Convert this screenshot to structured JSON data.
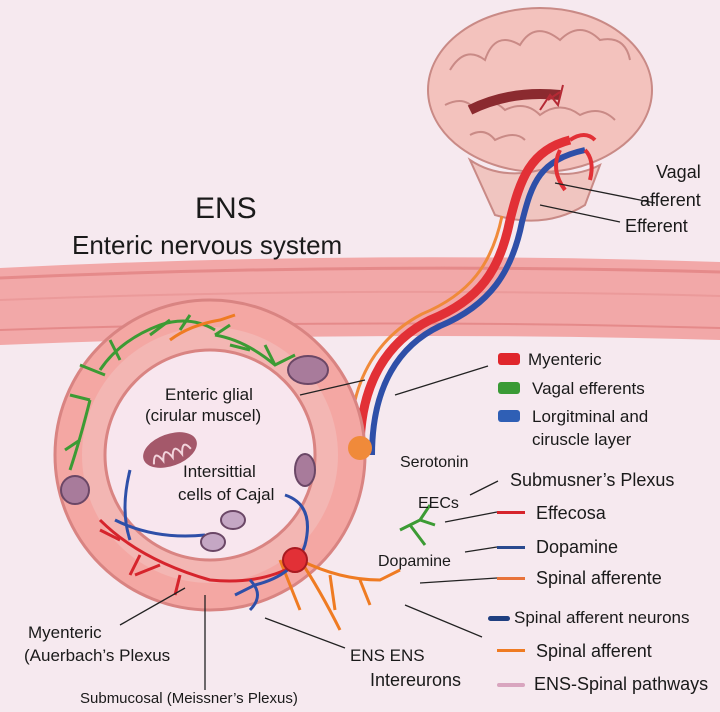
{
  "title": "ENS",
  "subtitle": "Enteric nervous system",
  "labels": {
    "vagal": "Vagal",
    "afferent": "afferent",
    "efferent": "Efferent",
    "enteric_glial_1": "Enteric glial",
    "enteric_glial_2": "(cirular muscel)",
    "intersittial_1": "Intersittial",
    "intersittial_2": "cells of Cajal",
    "serotonin": "Serotonin",
    "eecs": "EECs",
    "dopamine_small": "Dopamine",
    "myenteric_1": "Myenteric",
    "myenteric_2": "(Auerbach’s Plexus",
    "ens_ens": "ENS ENS",
    "intereurons": "Intereurons",
    "submucosal": "Submucosal (Meissner’s Plexus)",
    "submusner": "Submusner’s Plexus"
  },
  "legend_top": [
    {
      "label": "Myenteric",
      "color": "#e0262b",
      "shape": "pill"
    },
    {
      "label": "Vagal efferents",
      "color": "#3a9a35",
      "shape": "pill"
    },
    {
      "label": "Lorgitminal and",
      "label2": "ciruscle layer",
      "color": "#2f5fb5",
      "shape": "pill"
    }
  ],
  "legend_bottom": [
    {
      "label": "Effecosa",
      "color": "#d6242c",
      "shape": "line"
    },
    {
      "label": "Dopamine",
      "color": "#2a4a8f",
      "shape": "line"
    },
    {
      "label": "Spinal afferente",
      "color": "#e8733a",
      "shape": "line"
    },
    {
      "label": "Spinal afferent neurons",
      "color": "#1f3f80",
      "shape": "dash"
    },
    {
      "label": "Spinal afferent",
      "color": "#ef7b22",
      "shape": "line"
    },
    {
      "label": "ENS-Spinal pathways",
      "color": "#d9a5bf",
      "shape": "line"
    }
  ]
}
